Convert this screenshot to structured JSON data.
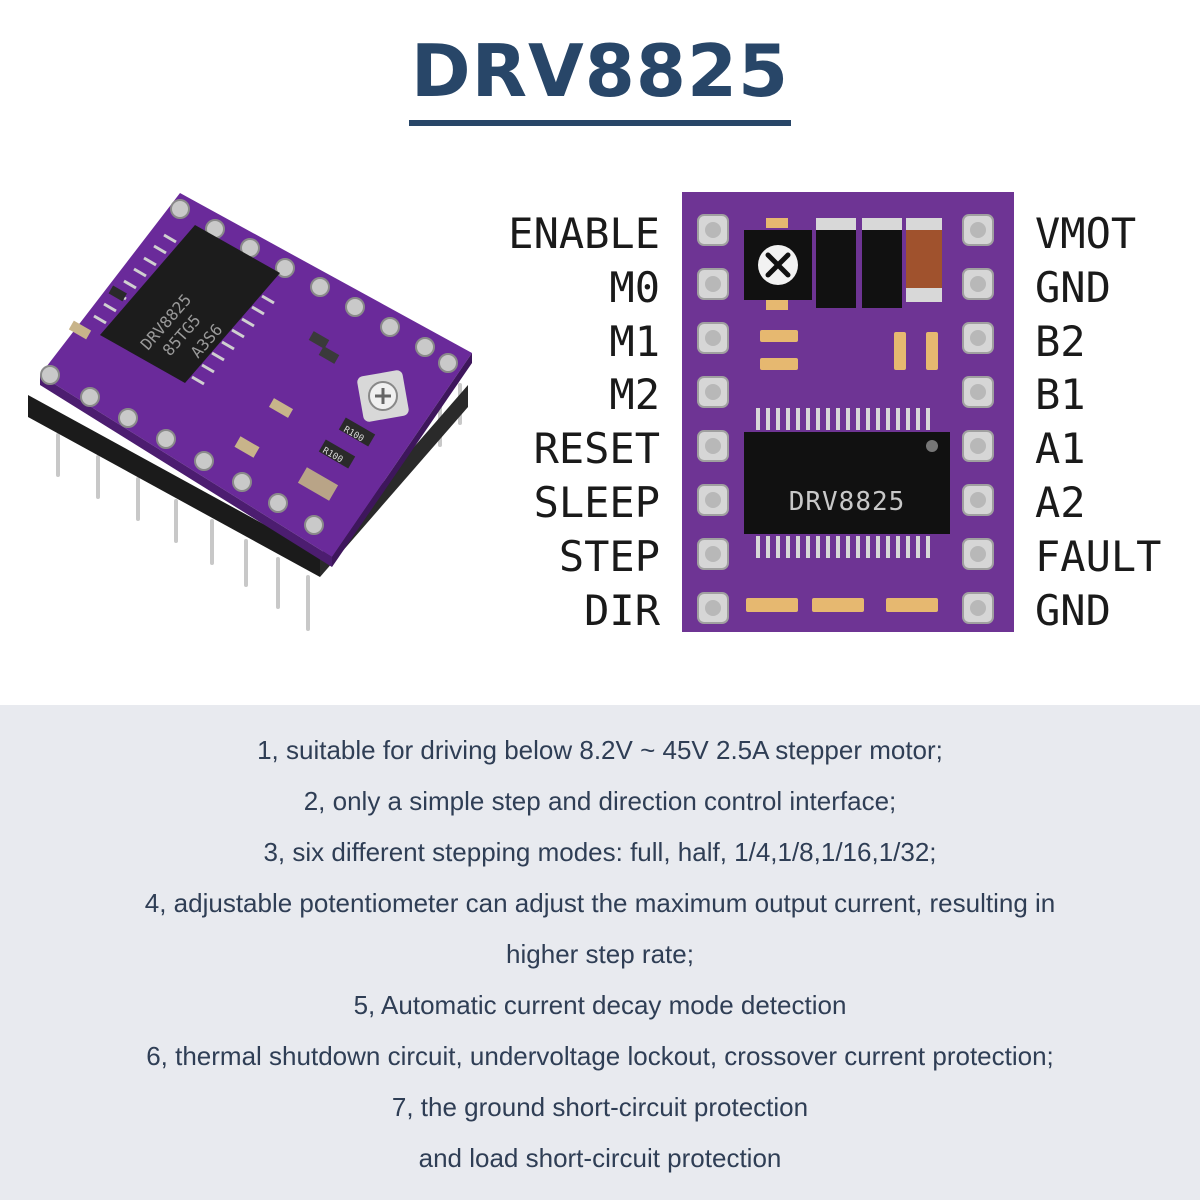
{
  "title": "DRV8825",
  "pins_left": [
    "ENABLE",
    "M0",
    "M1",
    "M2",
    "RESET",
    "SLEEP",
    "STEP",
    "DIR"
  ],
  "pins_right": [
    "VMOT",
    "GND",
    "B2",
    "B1",
    "A1",
    "A2",
    "FAULT",
    "GND"
  ],
  "chip_label": "DRV8825",
  "photo_markings": {
    "chip": [
      "DRV8825",
      "85TG5",
      "A3S6"
    ],
    "resistor_1": "R100",
    "resistor_2": "R100"
  },
  "colors": {
    "title": "#284668",
    "board_purple": "#6a2a9a",
    "diagram_purple": "#6e3494",
    "feature_bg": "#e8eaef",
    "feature_text": "#2f3e55"
  },
  "features": [
    "1, suitable for driving below 8.2V ~ 45V 2.5A stepper motor;",
    "2, only a simple step and direction control interface;",
    "3, six different stepping modes: full, half, 1/4,1/8,1/16,1/32;",
    "4, adjustable potentiometer can adjust the maximum output current, resulting in",
    "higher step rate;",
    "5, Automatic current decay mode detection",
    "6, thermal shutdown circuit, undervoltage lockout, crossover current protection;",
    "7, the ground short-circuit protection",
    "and load short-circuit protection"
  ]
}
